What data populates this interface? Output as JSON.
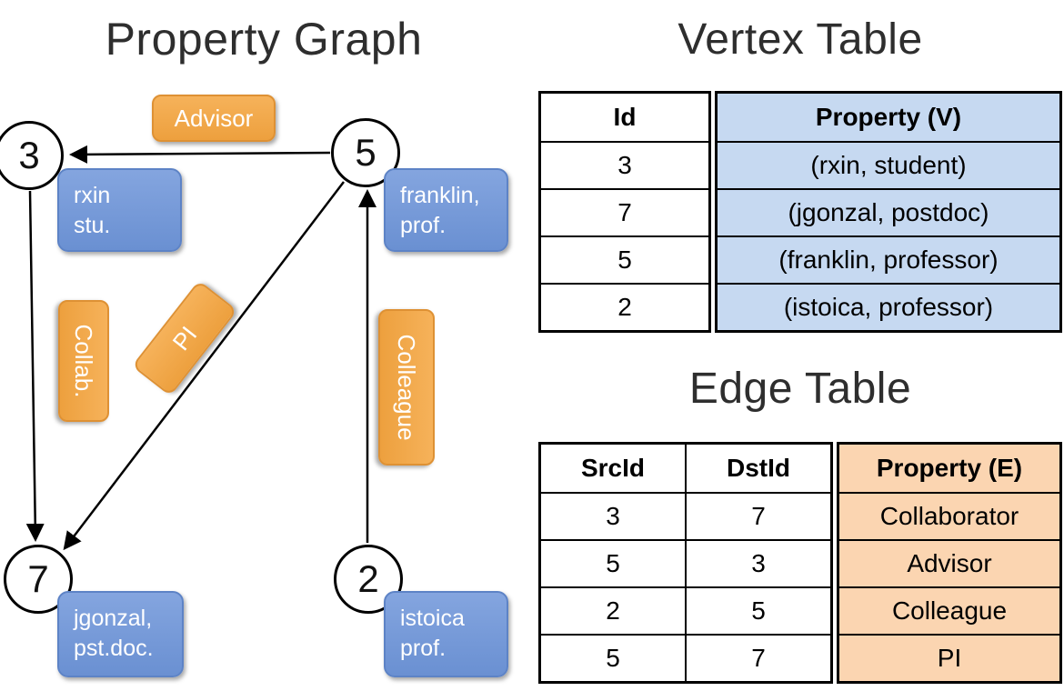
{
  "graph": {
    "title": "Property Graph",
    "vertices": [
      {
        "id": "3",
        "label_line1": "rxin",
        "label_line2": "stu."
      },
      {
        "id": "5",
        "label_line1": "franklin,",
        "label_line2": "prof."
      },
      {
        "id": "7",
        "label_line1": "jgonzal,",
        "label_line2": "pst.doc."
      },
      {
        "id": "2",
        "label_line1": "istoica",
        "label_line2": "prof."
      }
    ],
    "edge_labels": [
      {
        "label": "Advisor"
      },
      {
        "label": "Collab."
      },
      {
        "label": "PI"
      },
      {
        "label": "Colleague"
      }
    ]
  },
  "vertex_table": {
    "title": "Vertex Table",
    "headers": [
      "Id",
      "Property (V)"
    ],
    "rows": [
      [
        "3",
        "(rxin, student)"
      ],
      [
        "7",
        "(jgonzal, postdoc)"
      ],
      [
        "5",
        "(franklin, professor)"
      ],
      [
        "2",
        "(istoica, professor)"
      ]
    ]
  },
  "edge_table": {
    "title": "Edge Table",
    "headers": [
      "SrcId",
      "DstId",
      "Property (E)"
    ],
    "rows": [
      [
        "3",
        "7",
        "Collaborator"
      ],
      [
        "5",
        "3",
        "Advisor"
      ],
      [
        "2",
        "5",
        "Colleague"
      ],
      [
        "5",
        "7",
        "PI"
      ]
    ]
  },
  "colors": {
    "edge_label_fill": "#F2A64E",
    "vertex_property_fill": "#7297D5",
    "vertex_table_cell_fill": "#C6D9F1",
    "edge_table_cell_fill": "#FBD5B1"
  }
}
